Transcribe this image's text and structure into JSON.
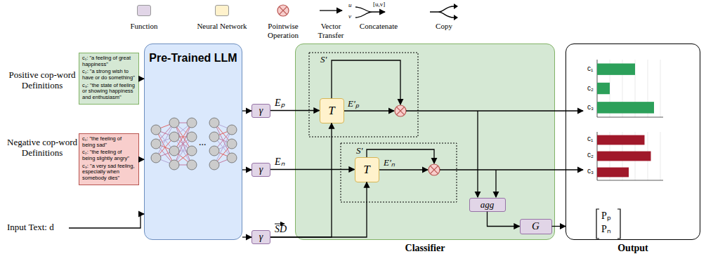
{
  "diagram": {
    "nodes": [
      {
        "text": [
          "c₁: \"a feeling of great happiness\"",
          "c₂: \"a strong wish to have or do something\"",
          "c₃: \"the state of feeling or showing happiness and enthusiasm\""
        ]
      },
      {
        "text": [
          "c₁: \"the feeling of being sad\"",
          "c₂: \"the feeling of being slightly angry\"",
          "c₃: \"a very sad feeling, especially when somebody dies\""
        ]
      },
      {
        "text": [
          "Pre-Trained LLM"
        ]
      },
      {
        "text": [
          "γ"
        ]
      },
      {
        "text": [
          "γ"
        ]
      },
      {
        "text": [
          "γ"
        ]
      },
      {
        "text": [
          "Classifier"
        ]
      },
      {
        "text": [
          "T"
        ],
        "in": 6
      },
      {
        "text": [
          "T"
        ],
        "in": 6
      },
      {
        "text": [
          "agg"
        ],
        "in": 6
      },
      {
        "text": [
          "G"
        ],
        "in": 6
      },
      {
        "text": [
          "Output"
        ]
      }
    ],
    "edges": [
      {
        "from": 0,
        "to": 2,
        "arrow": "to"
      },
      {
        "from": 1,
        "to": 2,
        "arrow": "to"
      },
      {
        "from": 2,
        "to": 3,
        "arrow": "to"
      },
      {
        "from": 2,
        "to": 4,
        "arrow": "to"
      },
      {
        "from": 2,
        "to": 5,
        "arrow": "to"
      },
      {
        "from": 3,
        "to": 7,
        "arrow": "to",
        "label": "Eₚ"
      },
      {
        "from": 4,
        "to": 8,
        "arrow": "to",
        "label": "Eₙ"
      },
      {
        "from": 5,
        "to": 7,
        "arrow": "to",
        "label": "SD"
      },
      {
        "from": 5,
        "to": 8,
        "arrow": "to"
      },
      {
        "from": 9,
        "to": 10,
        "arrow": "to"
      },
      {
        "from": 10,
        "to": 11,
        "arrow": "to"
      }
    ],
    "labels": [
      "Positive cop-word Definitions",
      "Negative cop-word Definitions",
      "Input Text: d",
      "...",
      "S'",
      "E'ₚ",
      "S'",
      "E'ₙ",
      "c₁",
      "c₂",
      "c₃",
      "c₁",
      "c₂",
      "c₃",
      "Pₚ",
      "Pₙ",
      "u",
      "v",
      "[u,v]"
    ],
    "legend": [
      {
        "text": "Function",
        "color": "#e1d5e7"
      },
      {
        "text": "Neural Network",
        "color": "#fff2cc"
      },
      {
        "text": "Pointwise Operation"
      },
      {
        "text": "Vector Transfer"
      },
      {
        "text": "Concatenate"
      },
      {
        "text": "Copy"
      }
    ]
  }
}
